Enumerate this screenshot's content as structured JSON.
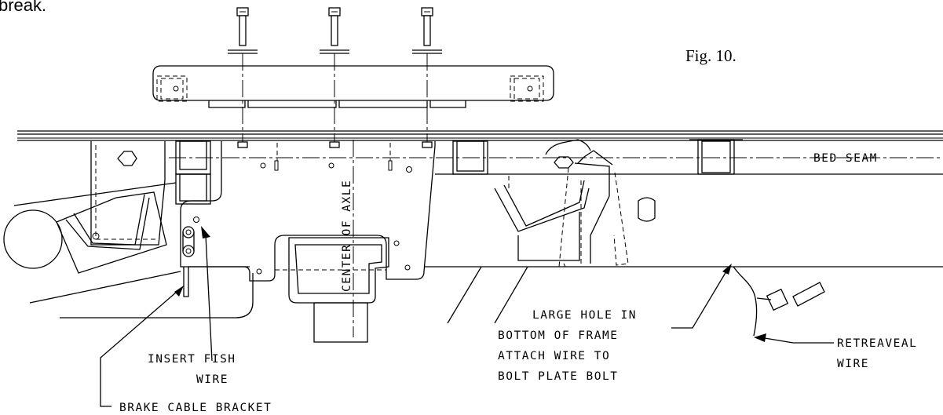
{
  "page": {
    "top_cut_text": "break."
  },
  "figure": {
    "caption": "Fig. 10."
  },
  "labels": {
    "bed_seam": "BED SEAM",
    "center_of_axle": "CENTER OF AXLE",
    "insert_fish_wire": [
      "INSERT FISH",
      "WIRE"
    ],
    "large_hole": [
      "LARGE HOLE IN",
      "BOTTOM OF FRAME",
      "ATTACH WIRE TO",
      "BOLT PLATE BOLT"
    ],
    "retrieval_wire": [
      "RETREAVEAL",
      "WIRE"
    ],
    "brake_cable_bracket": "BRAKE CABLE BRACKET"
  }
}
